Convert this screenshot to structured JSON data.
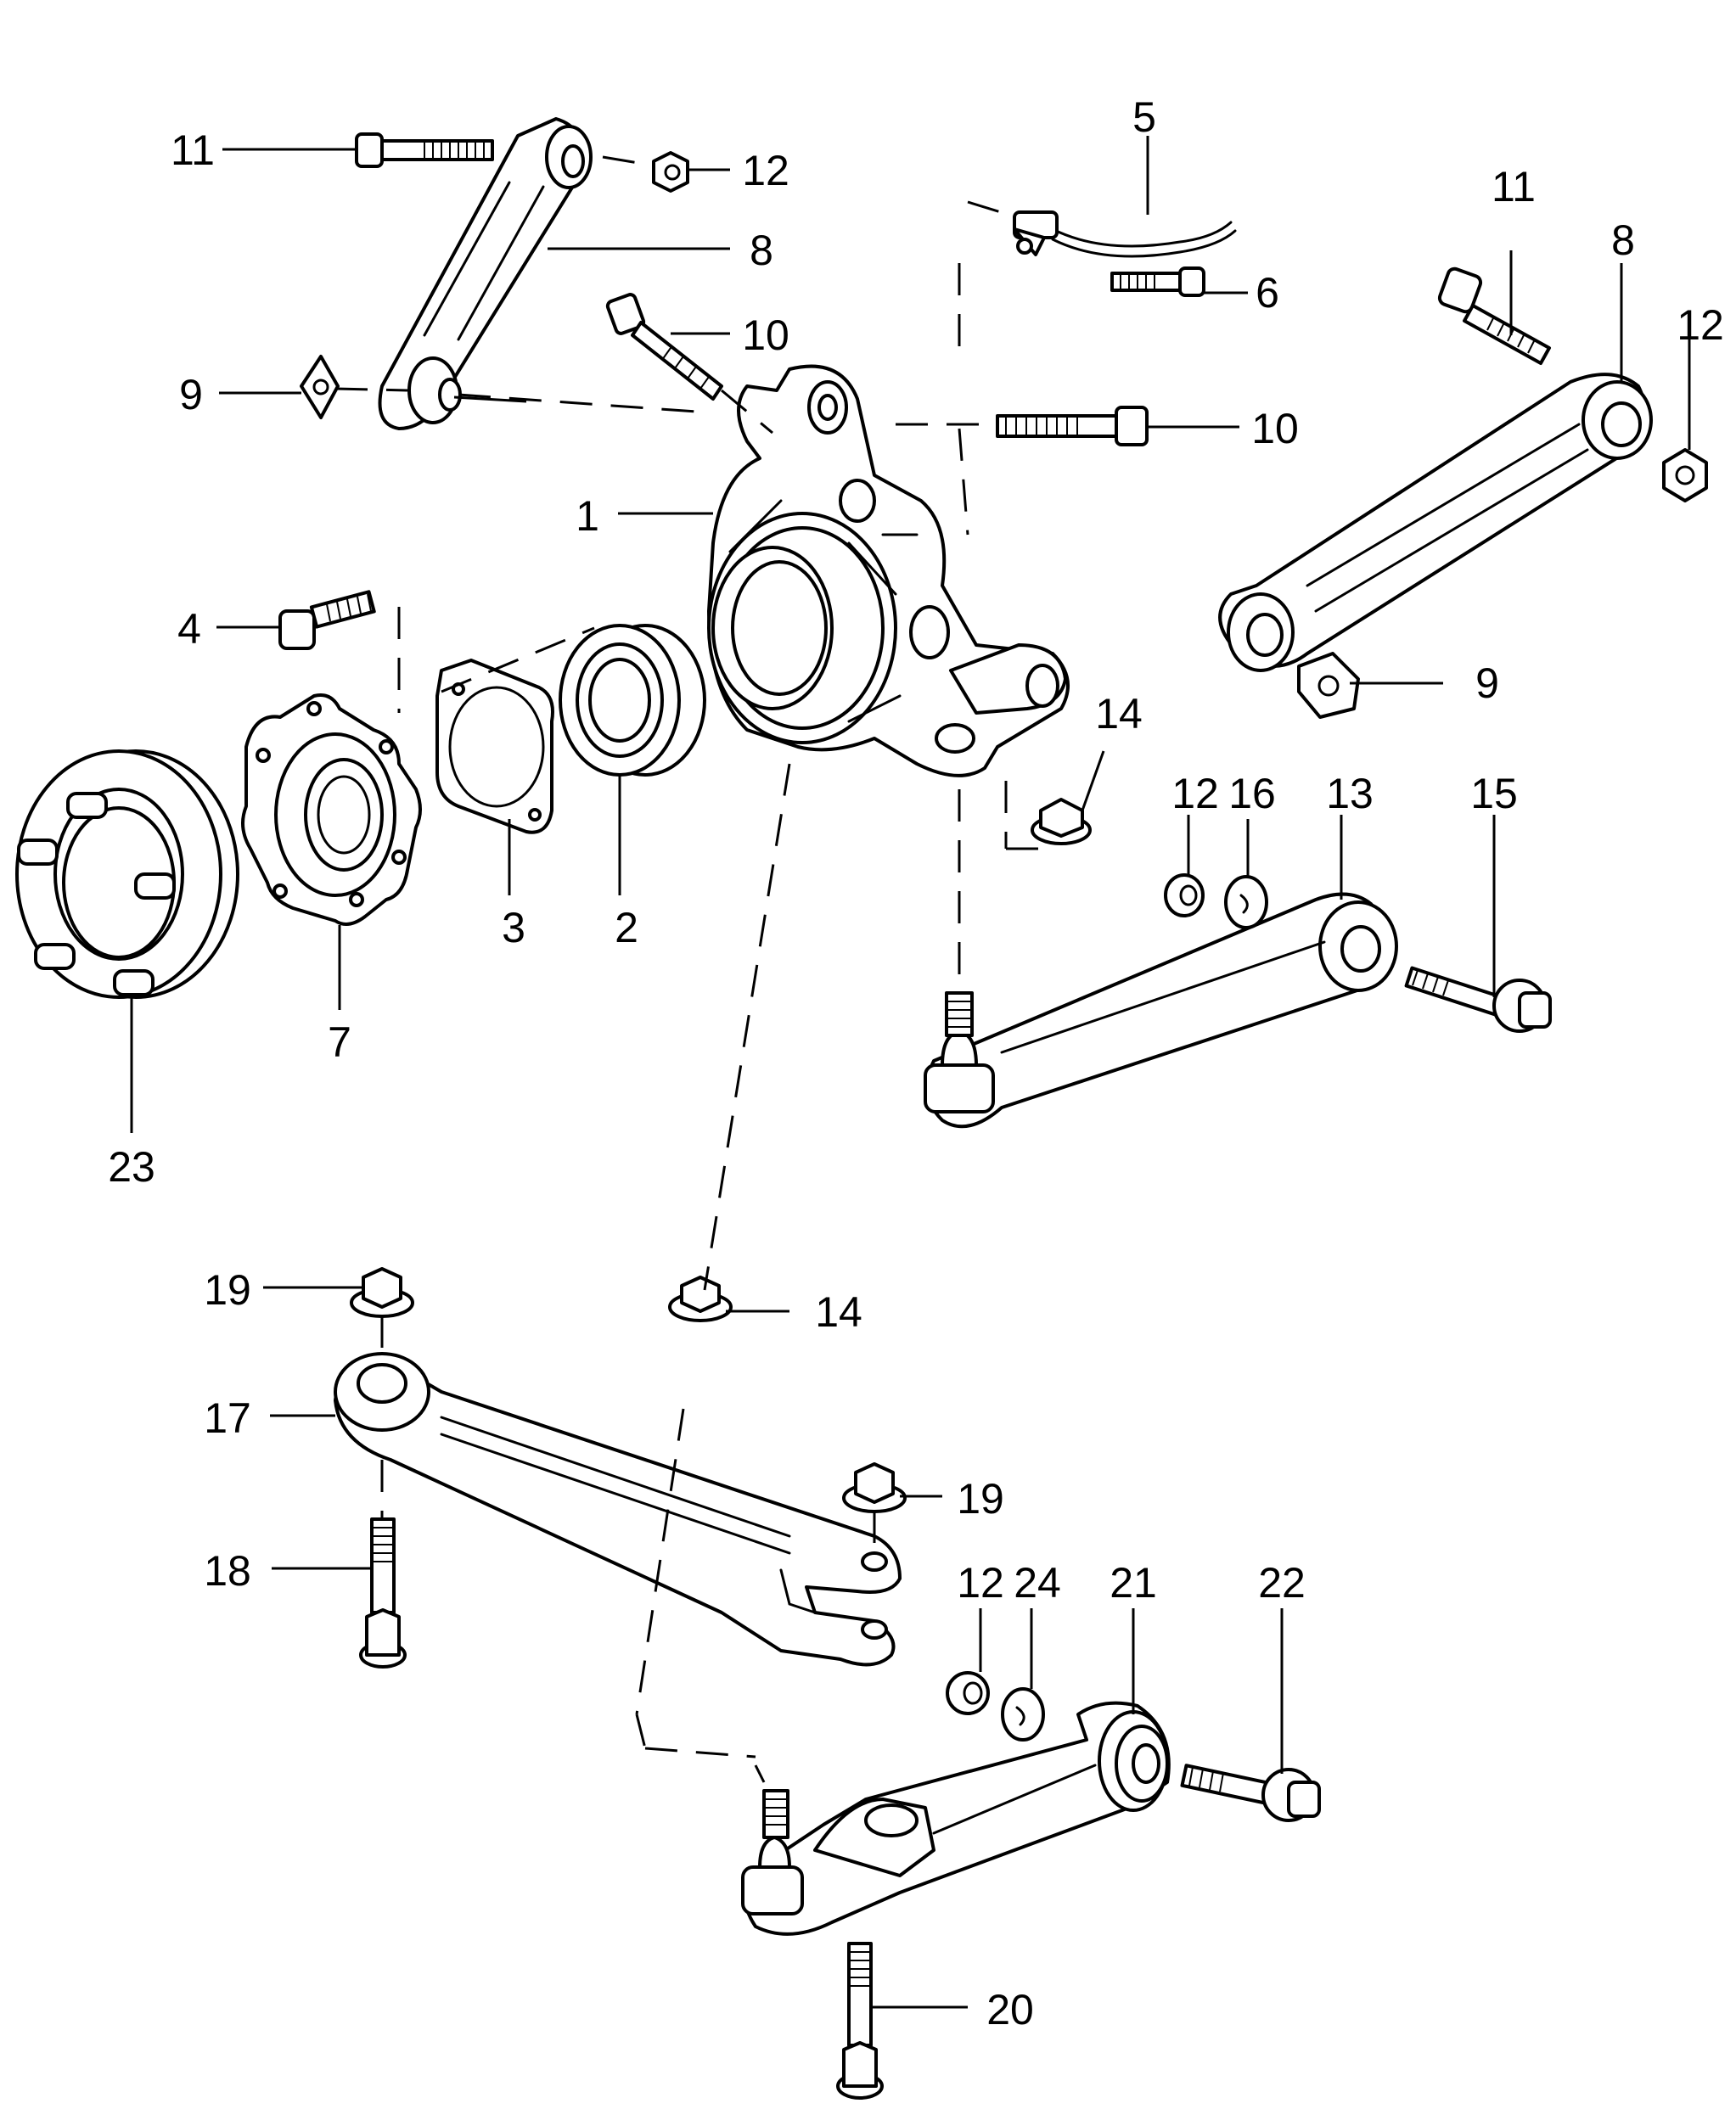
{
  "callouts": {
    "c1": "1",
    "c2": "2",
    "c3": "3",
    "c4": "4",
    "c5": "5",
    "c6": "6",
    "c7": "7",
    "c8a": "8",
    "c8b": "8",
    "c9a": "9",
    "c9b": "9",
    "c10a": "10",
    "c10b": "10",
    "c11a": "11",
    "c11b": "11",
    "c12a": "12",
    "c12b": "12",
    "c12c": "12",
    "c12d": "12",
    "c13": "13",
    "c14a": "14",
    "c14b": "14",
    "c15": "15",
    "c16": "16",
    "c17": "17",
    "c18": "18",
    "c19a": "19",
    "c19b": "19",
    "c20": "20",
    "c21": "21",
    "c22": "22",
    "c23": "23",
    "c24": "24"
  }
}
